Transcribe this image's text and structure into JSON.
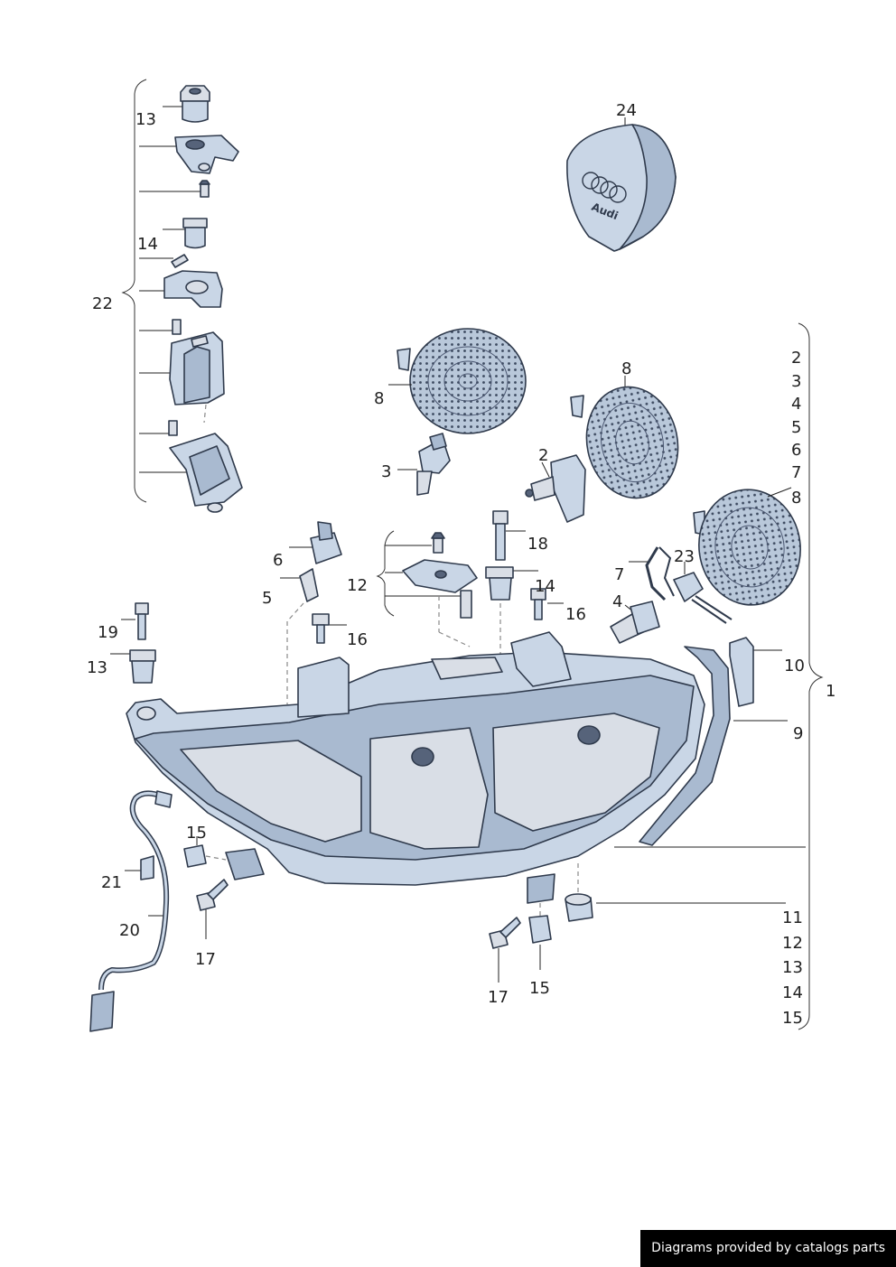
{
  "diagram": {
    "callouts": [
      {
        "key": "c13a",
        "text": "13"
      },
      {
        "key": "c14a",
        "text": "14"
      },
      {
        "key": "c22",
        "text": "22"
      },
      {
        "key": "c24",
        "text": "24"
      },
      {
        "key": "c8a",
        "text": "8"
      },
      {
        "key": "c8b",
        "text": "8"
      },
      {
        "key": "c3",
        "text": "3"
      },
      {
        "key": "c2",
        "text": "2"
      },
      {
        "key": "c6",
        "text": "6"
      },
      {
        "key": "c5",
        "text": "5"
      },
      {
        "key": "c12",
        "text": "12"
      },
      {
        "key": "c18",
        "text": "18"
      },
      {
        "key": "c14b",
        "text": "14"
      },
      {
        "key": "c16a",
        "text": "16"
      },
      {
        "key": "c16b",
        "text": "16"
      },
      {
        "key": "c7",
        "text": "7"
      },
      {
        "key": "c23",
        "text": "23"
      },
      {
        "key": "c4",
        "text": "4"
      },
      {
        "key": "c19",
        "text": "19"
      },
      {
        "key": "c13b",
        "text": "13"
      },
      {
        "key": "c10",
        "text": "10"
      },
      {
        "key": "c9",
        "text": "9"
      },
      {
        "key": "c1",
        "text": "1"
      },
      {
        "key": "c15a",
        "text": "15"
      },
      {
        "key": "c21",
        "text": "21"
      },
      {
        "key": "c20",
        "text": "20"
      },
      {
        "key": "c17a",
        "text": "17"
      },
      {
        "key": "c17b",
        "text": "17"
      },
      {
        "key": "c15b",
        "text": "15"
      }
    ],
    "group_right_top": [
      "2",
      "3",
      "4",
      "5",
      "6",
      "7",
      "8"
    ],
    "group_right_bottom": [
      "11",
      "12",
      "13",
      "14",
      "15"
    ],
    "cap_brand": "Audi"
  },
  "footer": {
    "credit": "Diagrams provided by catalogs parts"
  }
}
